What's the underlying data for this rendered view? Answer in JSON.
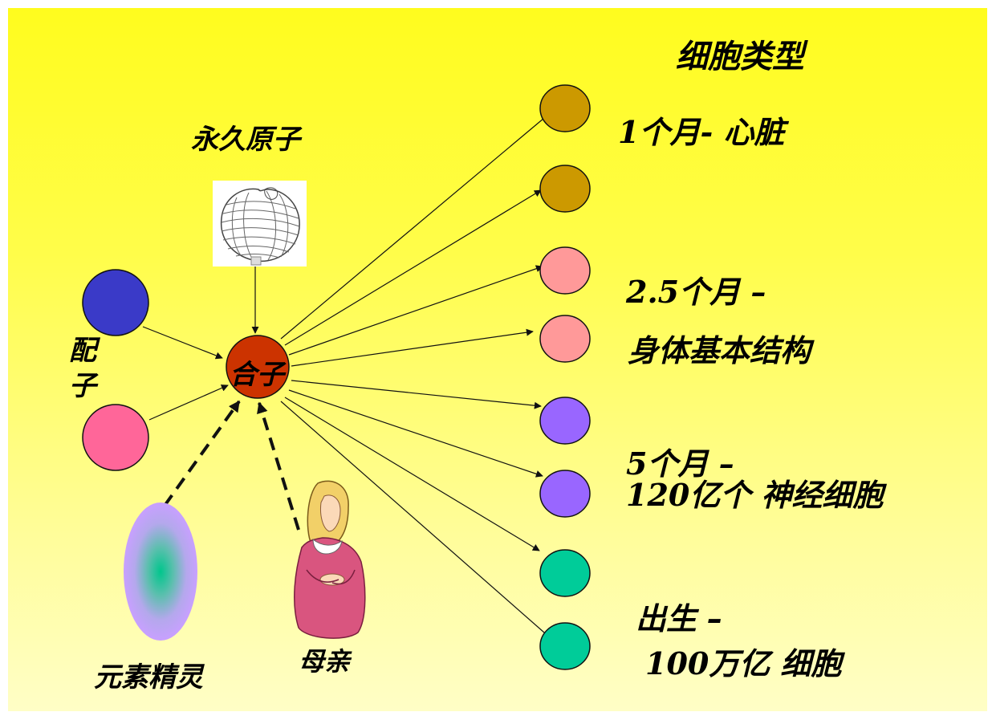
{
  "title": "细胞类型",
  "labels": {
    "permanent_atom": "永久原子",
    "gametes": "配子",
    "zygote": "合子",
    "elemental": "元素精灵",
    "mother": "母亲"
  },
  "stages": [
    {
      "id": "month1",
      "text": "1个月- 心脏"
    },
    {
      "id": "month25",
      "line1": "2.5个月 –",
      "line2": "身体基本结构"
    },
    {
      "id": "month5",
      "line1": "5个月 –",
      "line2": "120亿个 神经细胞"
    },
    {
      "id": "birth",
      "line1": "出生 –",
      "line2": "100万亿 细胞"
    }
  ],
  "colors": {
    "background_top": "#fffc1e",
    "background_bottom": "#fffec6",
    "gamete_blue": "#3a3ac8",
    "gamete_pink": "#ff6699",
    "zygote": "#cc3300",
    "cells_gold": "#cc9900",
    "cells_salmon": "#ff9999",
    "cells_purple": "#9966ff",
    "cells_green": "#00cc99",
    "spirit_outer": "#c8a0ff",
    "spirit_center": "#00c68c"
  },
  "icons": {
    "permanent_atom": "atom-sphere-icon",
    "mother": "pregnant-mother-icon"
  }
}
